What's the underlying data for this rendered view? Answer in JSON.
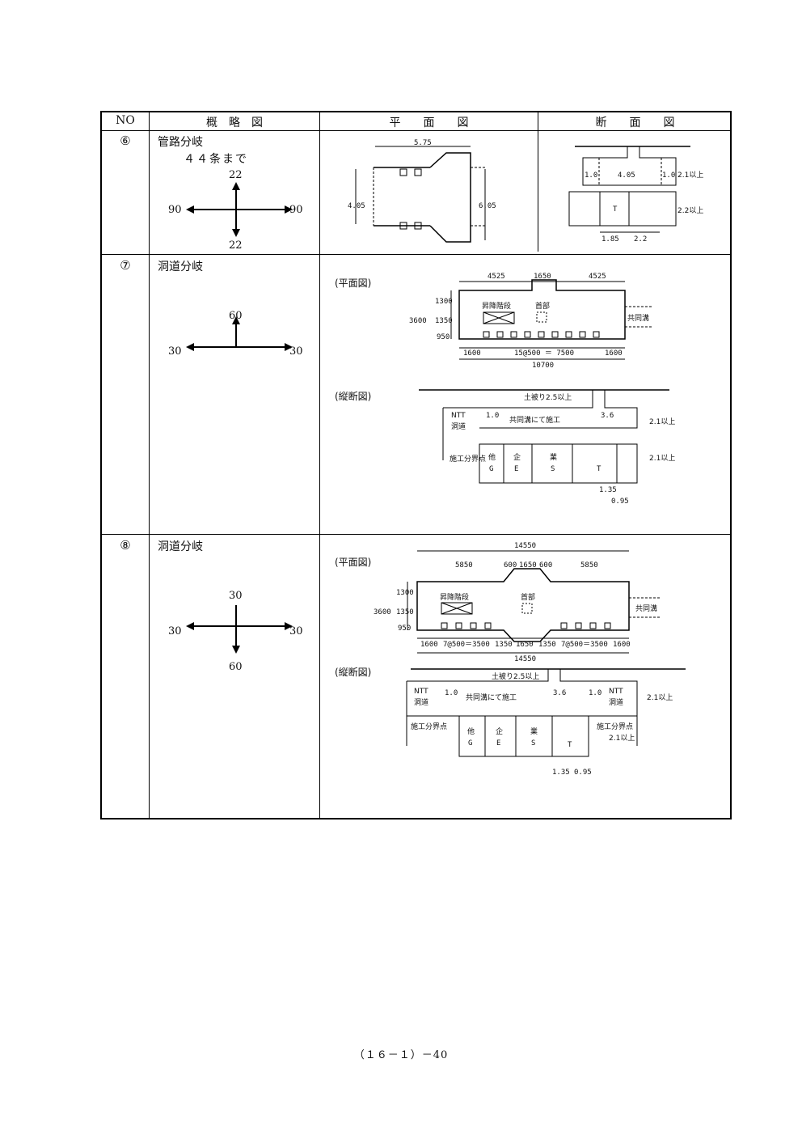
{
  "table": {
    "headers": [
      "NO",
      "概　略　図",
      "平　　面　　図",
      "断　　面　　図"
    ]
  },
  "rows": [
    {
      "no": "⑥",
      "title": "管路分岐",
      "subtitle": "４４条まで",
      "sketch": {
        "top": "22",
        "left": "90",
        "right": "90",
        "bottom": "22"
      },
      "plan": {
        "top": "5.75",
        "left": "4.05",
        "right": "6.05"
      },
      "section": {
        "d1": "1.0",
        "d2": "4.05",
        "d3": "1.0",
        "h1": "2.1以上",
        "h2": "2.2以上",
        "t": "T",
        "b1": "1.85",
        "b2": "2.2"
      }
    },
    {
      "no": "⑦",
      "title": "洞道分岐",
      "sketch": {
        "top": "60",
        "left": "30",
        "right": "30"
      },
      "plan_label": "(平面図)",
      "plan": {
        "w1": "4525",
        "w2": "1650",
        "w3": "4525",
        "h1": "1300",
        "h2": "1350",
        "h3": "950",
        "htotal": "3600",
        "stair": "昇降階段",
        "shaft": "首部",
        "kyodo": "共同溝",
        "b1": "1600",
        "b2": "15@500 ＝ 7500",
        "b3": "1600",
        "total": "10700"
      },
      "long_label": "(縦断図)",
      "long": {
        "cover": "土被り2.5以上",
        "ntt": "NTT",
        "dodo": "洞道",
        "d10": "1.0",
        "kyodo_text": "共同溝にて施工",
        "d36": "3.6",
        "h21a": "2.1以上",
        "h21b": "2.1以上",
        "boundary": "施工分界点",
        "companies": [
          [
            "他",
            "G"
          ],
          [
            "企",
            "E"
          ],
          [
            "業",
            "S"
          ],
          [
            "",
            "T"
          ]
        ],
        "d135": "1.35",
        "d095": "0.95"
      }
    },
    {
      "no": "⑧",
      "title": "洞道分岐",
      "sketch": {
        "top": "30",
        "left": "30",
        "right": "30",
        "bottom": "60"
      },
      "plan_label": "(平面図)",
      "plan": {
        "total_top": "14550",
        "w1": "5850",
        "w2": "600",
        "w3": "1650",
        "w4": "600",
        "w5": "5850",
        "h1": "1300",
        "h2": "1350",
        "h3": "950",
        "htotal": "3600",
        "stair": "昇降階段",
        "shaft": "首部",
        "kyodo": "共同溝",
        "b1": "1600",
        "b2": "7@500＝3500",
        "b3": "1350",
        "b4": "1650",
        "b5": "1350",
        "b6": "7@500＝3500",
        "b7": "1600",
        "total": "14550"
      },
      "long_label": "(縦断図)",
      "long": {
        "cover": "土被り2.5以上",
        "ntt": "NTT",
        "dodo": "洞道",
        "d10a": "1.0",
        "d10b": "1.0",
        "kyodo_text": "共同溝にて施工",
        "d36": "3.6",
        "h21a": "2.1以上",
        "h21b": "2.1以上",
        "boundary": "施工分界点",
        "companies": [
          [
            "他",
            "G"
          ],
          [
            "企",
            "E"
          ],
          [
            "業",
            "S"
          ],
          [
            "",
            "T"
          ]
        ],
        "d135": "1.35",
        "d095": "0.95"
      }
    }
  ],
  "footer": "（１６－１）－40"
}
